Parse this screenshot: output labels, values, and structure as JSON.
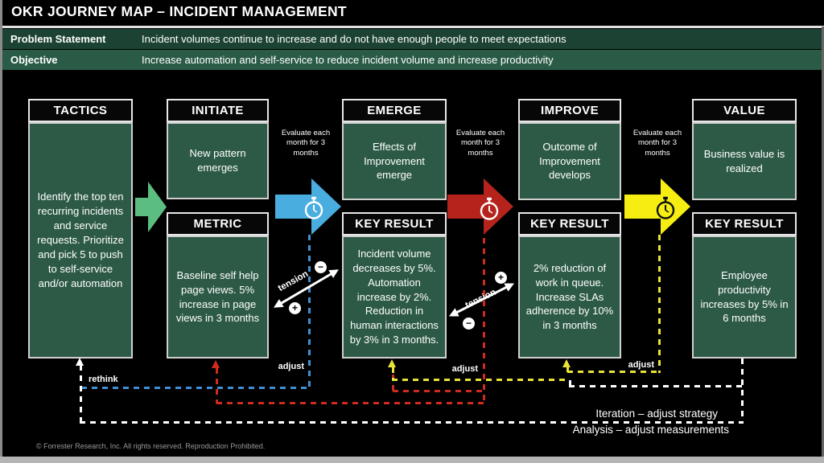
{
  "title": "OKR JOURNEY MAP – INCIDENT MANAGEMENT",
  "rows": [
    {
      "label": "Problem Statement",
      "text": "Incident volumes continue to increase and do not have enough people to meet expectations"
    },
    {
      "label": "Objective",
      "text": "Increase automation and self-service to reduce incident volume and increase productivity"
    }
  ],
  "stages": {
    "tactics": {
      "header": "TACTICS",
      "body": "Identify the top ten recurring incidents and service requests. Prioritize and pick 5 to push to self-service and/or automation"
    },
    "initiate": {
      "header": "INITIATE",
      "body": "New pattern emerges"
    },
    "metric": {
      "header": "METRIC",
      "body": "Baseline self help page views. 5% increase in page views in 3 months"
    },
    "emerge": {
      "header": "EMERGE",
      "body": "Effects of Improvement emerge"
    },
    "emerge_kr": {
      "header": "KEY RESULT",
      "body": "Incident volume decreases by 5%. Automation increase by 2%. Reduction in human interactions by 3% in 3 months."
    },
    "improve": {
      "header": "IMPROVE",
      "body": "Outcome of Improvement develops"
    },
    "improve_kr": {
      "header": "KEY RESULT",
      "body": "2% reduction of work in queue. Increase SLAs adherence by 10% in 3 months"
    },
    "value": {
      "header": "VALUE",
      "body": "Business value is realized"
    },
    "value_kr": {
      "header": "KEY RESULT",
      "body": "Employee productivity increases by 5% in 6 months"
    }
  },
  "labels": {
    "evaluate": "Evaluate each month for 3 months",
    "rethink": "rethink",
    "adjust": "adjust",
    "tension": "tension",
    "plus": "+",
    "minus": "−",
    "iteration": "Iteration – adjust strategy",
    "analysis": "Analysis – adjust measurements"
  },
  "footer": "© Forrester Research, Inc. All rights reserved. Reproduction Prohibited.",
  "colors": {
    "green_arrow": "#5cbd80",
    "blue_arrow": "#49ade0",
    "red_arrow": "#b5231c",
    "yellow_arrow": "#f6ee13",
    "box_green": "#2d5a46",
    "problem_row_green": "#1b4232",
    "objective_row_green": "#2a5b46",
    "blue_dash": "#3f8fd4",
    "red_dash": "#cf2a1e",
    "yellow_dash": "#e8e337",
    "white_dash": "#ffffff"
  }
}
